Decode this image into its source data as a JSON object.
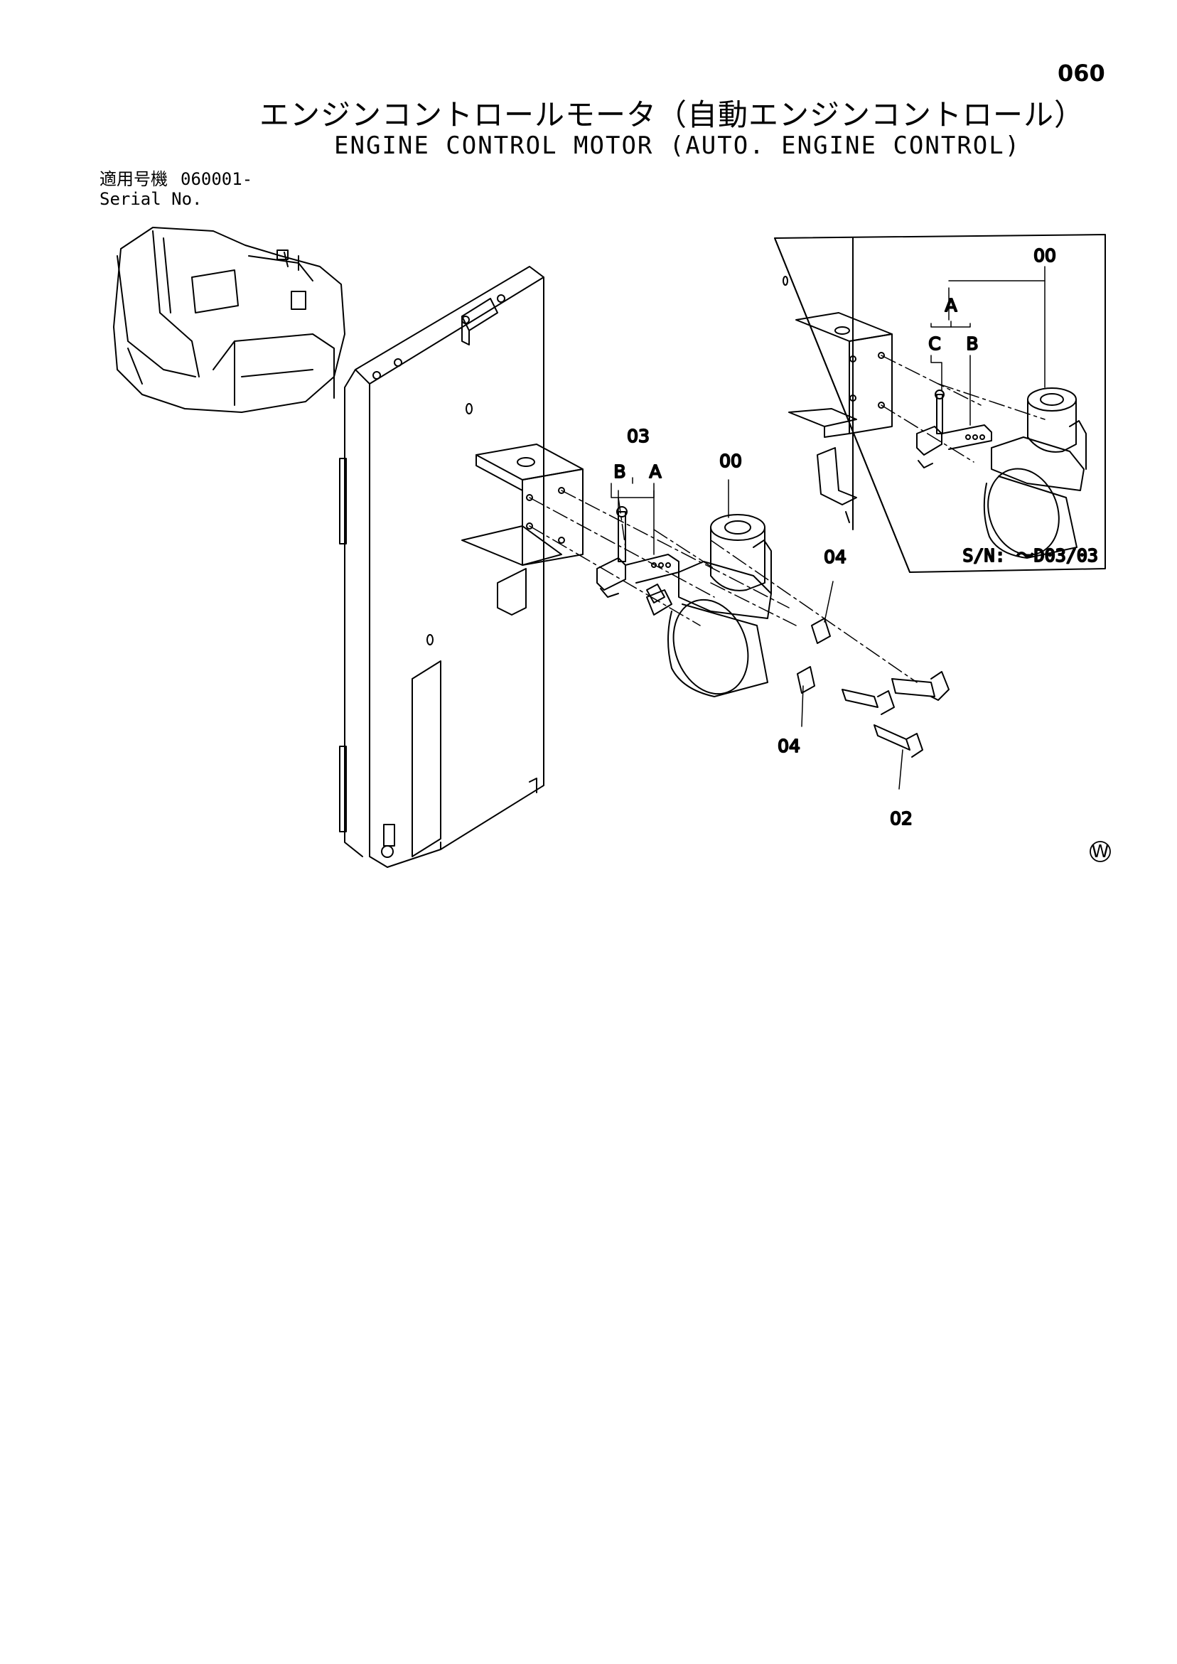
{
  "page": {
    "number": "060",
    "title_ja": "エンジンコントロールモータ（自動エンジンコントロール）",
    "title_en": "ENGINE CONTROL MOTOR (AUTO. ENGINE CONTROL)",
    "serial_label_ja": "適用号機",
    "serial_value": "060001-",
    "serial_label_en": "Serial No."
  },
  "diagram": {
    "main_labels": {
      "part_03": "03",
      "sub_b": "B",
      "sub_a": "A",
      "part_00": "00",
      "part_04_top": "04",
      "part_04_bottom": "04",
      "part_02": "02"
    },
    "inset": {
      "part_00": "00",
      "sub_a": "A",
      "sub_c": "C",
      "sub_b": "B",
      "serial_note": "S/N: ～D03/03"
    },
    "mark": "W"
  }
}
